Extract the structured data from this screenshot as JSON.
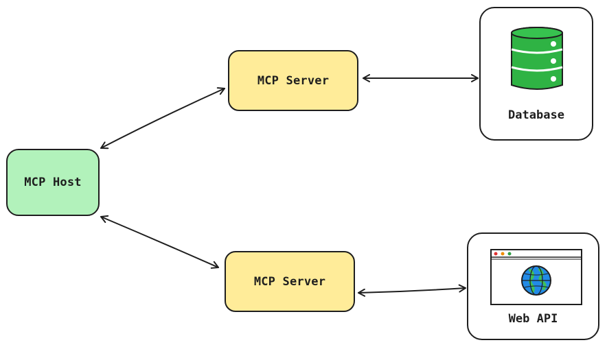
{
  "diagram": {
    "host": {
      "label": "MCP Host",
      "fill": "#b2f2bb"
    },
    "servers": [
      {
        "label": "MCP Server",
        "fill": "#ffec99"
      },
      {
        "label": "MCP Server",
        "fill": "#ffec99"
      }
    ],
    "resources": [
      {
        "label": "Database",
        "icon": "database-icon",
        "icon_color": "#2fb344"
      },
      {
        "label": "Web API",
        "icon": "browser-globe-icon",
        "icon_color": "#228be6"
      }
    ],
    "connections": [
      {
        "from": "MCP Host",
        "to": "MCP Server",
        "direction": "bidirectional"
      },
      {
        "from": "MCP Host",
        "to": "MCP Server",
        "direction": "bidirectional"
      },
      {
        "from": "MCP Server",
        "to": "Database",
        "direction": "bidirectional"
      },
      {
        "from": "MCP Server",
        "to": "Web API",
        "direction": "bidirectional"
      }
    ],
    "colors": {
      "stroke": "#1e1e1e",
      "host_fill": "#b2f2bb",
      "server_fill": "#ffec99",
      "database_green": "#2fb344",
      "globe_blue": "#228be6",
      "globe_land": "#40c057",
      "window_dot_red": "#e03131",
      "window_dot_orange": "#f08c00",
      "window_dot_green": "#2f9e44"
    }
  }
}
